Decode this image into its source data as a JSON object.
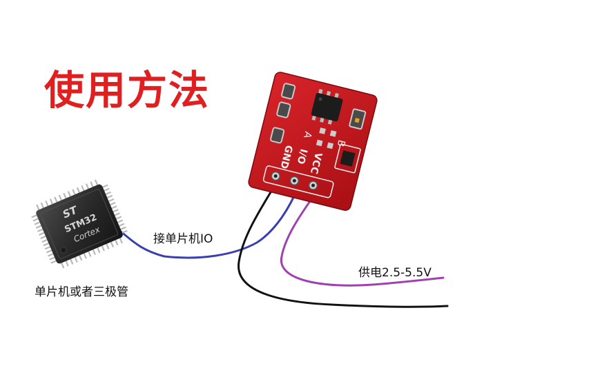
{
  "title": "使用方法",
  "labels": {
    "io_wire": "接单片机IO",
    "power_wire": "供电2.5-5.5V",
    "controller": "单片机或者三极管"
  },
  "chip": {
    "brand": "ST",
    "model": "STM32",
    "core": "Cortex"
  },
  "module": {
    "pins": [
      "GND",
      "I/O",
      "VCC"
    ],
    "jumpers": [
      "A",
      "B"
    ]
  },
  "colors": {
    "title": "#e02020",
    "pcb": "#c8151b",
    "wire_io": "#3a3fb0",
    "wire_power": "#a040b0",
    "wire_gnd": "#111111",
    "chip_body": "#2b2b2b"
  }
}
